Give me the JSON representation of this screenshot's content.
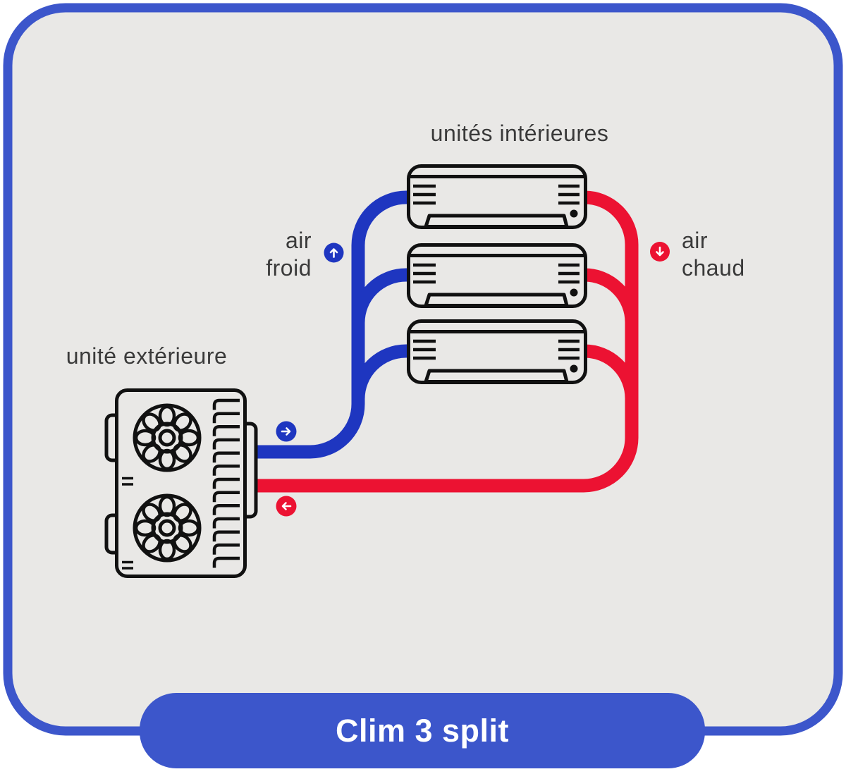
{
  "banner": {
    "title": "Clim 3 split"
  },
  "labels": {
    "indoor_units_title": "unités intérieures",
    "outdoor_unit_title": "unité extérieure",
    "cold_air": [
      "air",
      "froid"
    ],
    "hot_air": [
      "air",
      "chaud"
    ]
  },
  "flow": {
    "cold_air_direction": "up",
    "hot_air_direction": "down",
    "outdoor_outlet_direction": "right",
    "outdoor_return_direction": "left"
  },
  "system": {
    "indoor_unit_count": 3,
    "outdoor_unit_count": 1,
    "outdoor_fan_count": 2
  },
  "colors": {
    "cold": "#1e36c0",
    "hot": "#ec1232",
    "frame": "#3c56cb",
    "card_bg": "#e9e8e6",
    "outline": "#111111",
    "text": "#3a3a3a",
    "banner_text": "#ffffff"
  }
}
